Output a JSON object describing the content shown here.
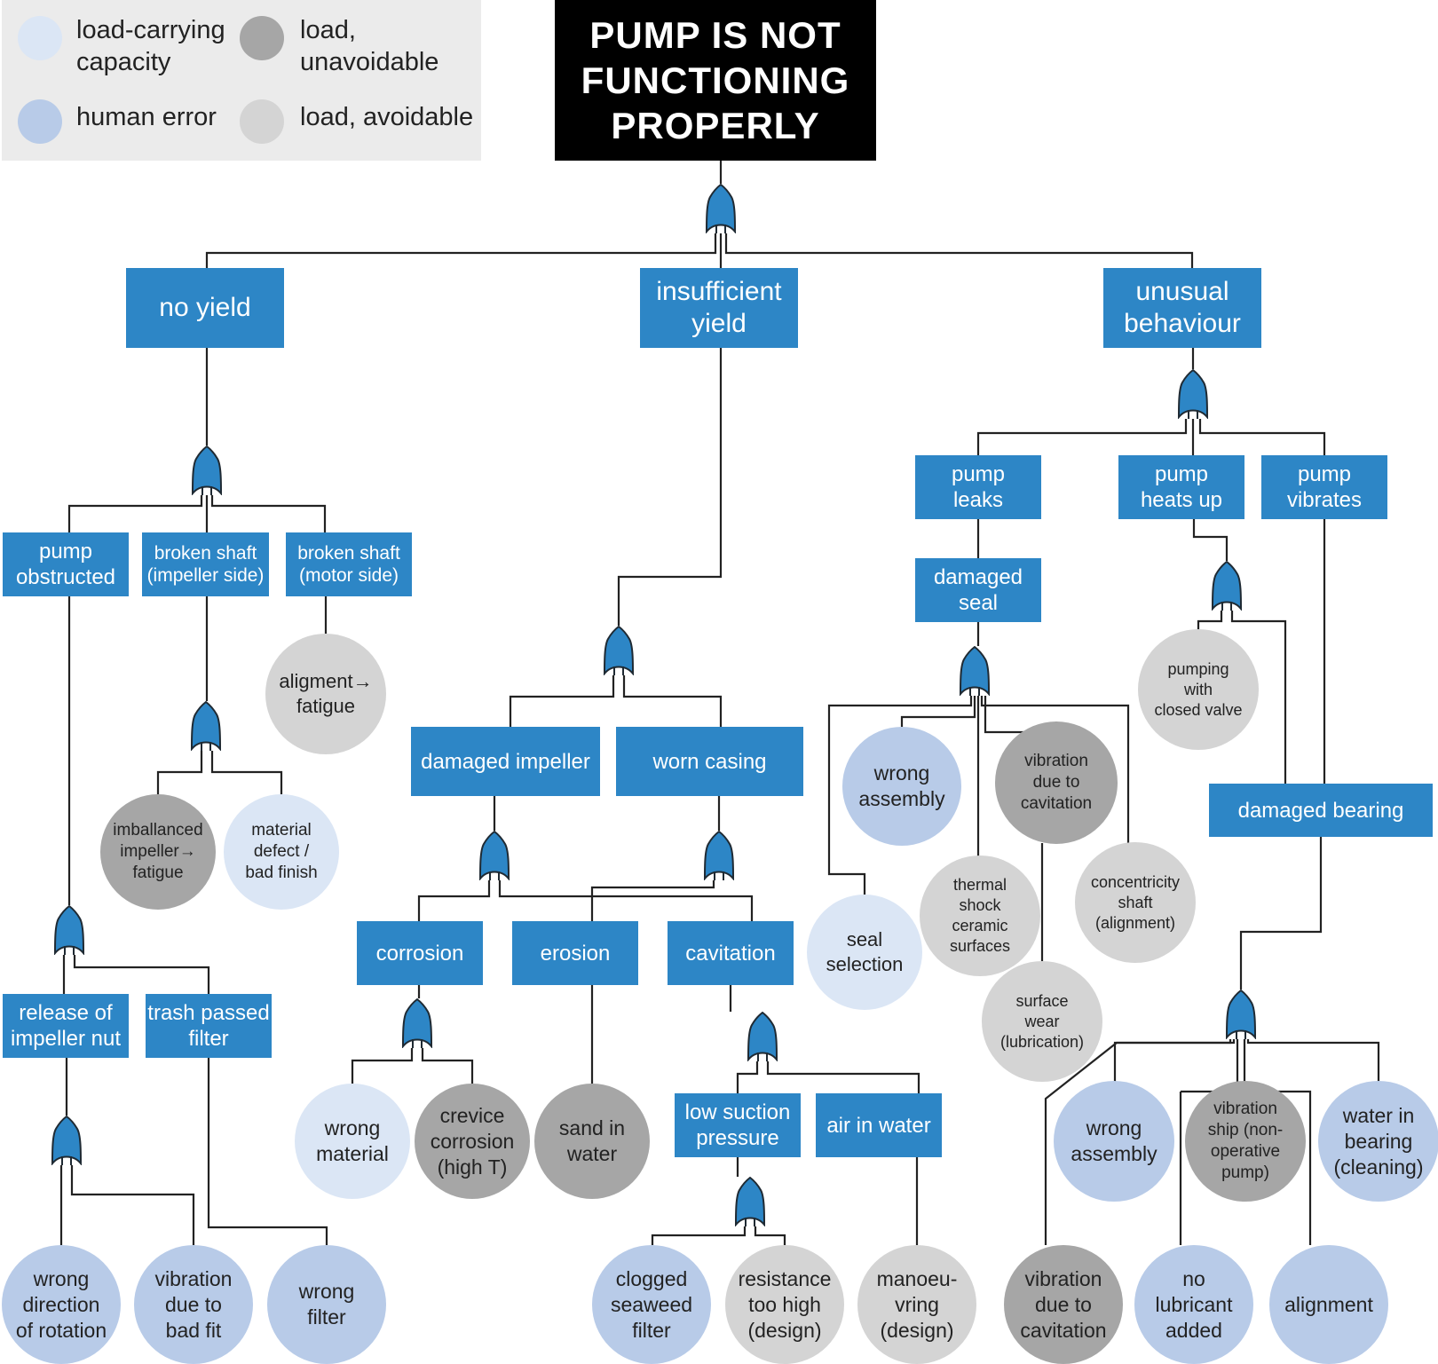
{
  "colors": {
    "event_box": "#2d86c6",
    "top_event": "#000000",
    "gate": "#2d86c6",
    "line": "#222222",
    "legend_bg": "#ebebeb",
    "load_carrying_capacity": "#dbe6f5",
    "human_error": "#b8cbe8",
    "load_unavoidable": "#a6a6a6",
    "load_avoidable": "#d4d4d4"
  },
  "legend": [
    {
      "label": "load-carrying\ncapacity",
      "category": "load_carrying_capacity"
    },
    {
      "label": "load,\nunavoidable",
      "category": "load_unavoidable"
    },
    {
      "label": "human error",
      "category": "human_error"
    },
    {
      "label": "load, avoidable",
      "category": "load_avoidable"
    }
  ],
  "top_event": "PUMP IS NOT\nFUNCTIONING\nPROPERLY",
  "events": [
    {
      "id": "no-yield",
      "label": "no yield"
    },
    {
      "id": "insufficient-yield",
      "label": "insufficient\nyield"
    },
    {
      "id": "unusual-behaviour",
      "label": "unusual\nbehaviour"
    },
    {
      "id": "pump-obstructed",
      "label": "pump\nobstructed"
    },
    {
      "id": "broken-shaft-impeller",
      "label": "broken shaft\n(impeller side)"
    },
    {
      "id": "broken-shaft-motor",
      "label": "broken shaft\n(motor side)"
    },
    {
      "id": "release-impeller-nut",
      "label": "release of\nimpeller nut"
    },
    {
      "id": "trash-passed-filter",
      "label": "trash passed\nfilter"
    },
    {
      "id": "damaged-impeller",
      "label": "damaged impeller"
    },
    {
      "id": "worn-casing",
      "label": "worn casing"
    },
    {
      "id": "corrosion",
      "label": "corrosion"
    },
    {
      "id": "erosion",
      "label": "erosion"
    },
    {
      "id": "cavitation",
      "label": "cavitation"
    },
    {
      "id": "low-suction-pressure",
      "label": "low suction\npressure"
    },
    {
      "id": "air-in-water",
      "label": "air in water"
    },
    {
      "id": "pump-leaks",
      "label": "pump\nleaks"
    },
    {
      "id": "pump-heats-up",
      "label": "pump\nheats up"
    },
    {
      "id": "pump-vibrates",
      "label": "pump\nvibrates"
    },
    {
      "id": "damaged-seal",
      "label": "damaged\nseal"
    },
    {
      "id": "damaged-bearing",
      "label": "damaged bearing"
    }
  ],
  "causes": [
    {
      "id": "aligment-fatigue",
      "label": "aligment→\nfatigue",
      "category": "load_avoidable"
    },
    {
      "id": "imballanced-impeller-fatigue",
      "label": "imballanced\nimpeller→\nfatigue",
      "category": "load_unavoidable"
    },
    {
      "id": "material-defect",
      "label": "material\ndefect /\nbad finish",
      "category": "load_carrying_capacity"
    },
    {
      "id": "wrong-direction-rotation",
      "label": "wrong\ndirection\nof rotation",
      "category": "human_error"
    },
    {
      "id": "vibration-bad-fit",
      "label": "vibration\ndue to\nbad fit",
      "category": "human_error"
    },
    {
      "id": "wrong-filter",
      "label": "wrong\nfilter",
      "category": "human_error"
    },
    {
      "id": "wrong-material",
      "label": "wrong\nmaterial",
      "category": "load_carrying_capacity"
    },
    {
      "id": "crevice-corrosion",
      "label": "crevice\ncorrosion\n(high T)",
      "category": "load_unavoidable"
    },
    {
      "id": "sand-in-water",
      "label": "sand in\nwater",
      "category": "load_unavoidable"
    },
    {
      "id": "clogged-seaweed-filter",
      "label": "clogged\nseaweed\nfilter",
      "category": "human_error"
    },
    {
      "id": "resistance-too-high",
      "label": "resistance\ntoo high\n(design)",
      "category": "load_avoidable"
    },
    {
      "id": "manoeuvring-design",
      "label": "manoeu-\nvring\n(design)",
      "category": "load_avoidable"
    },
    {
      "id": "wrong-assembly-seal",
      "label": "wrong\nassembly",
      "category": "human_error"
    },
    {
      "id": "vibration-cavitation-seal",
      "label": "vibration\ndue to\ncavitation",
      "category": "load_unavoidable"
    },
    {
      "id": "seal-selection",
      "label": "seal\nselection",
      "category": "load_carrying_capacity"
    },
    {
      "id": "thermal-shock",
      "label": "thermal\nshock\nceramic\nsurfaces",
      "category": "load_avoidable"
    },
    {
      "id": "concentricity-shaft",
      "label": "concentricity\nshaft\n(alignment)",
      "category": "load_avoidable"
    },
    {
      "id": "surface-wear",
      "label": "surface\nwear\n(lubrication)",
      "category": "load_avoidable"
    },
    {
      "id": "pumping-closed-valve",
      "label": "pumping\nwith\nclosed valve",
      "category": "load_avoidable"
    },
    {
      "id": "wrong-assembly-bearing",
      "label": "wrong\nassembly",
      "category": "human_error"
    },
    {
      "id": "vibration-ship",
      "label": "vibration\nship (non-\noperative\npump)",
      "category": "load_unavoidable"
    },
    {
      "id": "water-in-bearing",
      "label": "water in\nbearing\n(cleaning)",
      "category": "human_error"
    },
    {
      "id": "vibration-cavitation-bearing",
      "label": "vibration\ndue to\ncavitation",
      "category": "load_unavoidable"
    },
    {
      "id": "no-lubricant",
      "label": "no\nlubricant\nadded",
      "category": "human_error"
    },
    {
      "id": "alignment",
      "label": "alignment",
      "category": "human_error"
    }
  ],
  "links": [
    {
      "from": "top-event",
      "to": [
        "no-yield",
        "insufficient-yield",
        "unusual-behaviour"
      ]
    },
    {
      "from": "no-yield",
      "to": [
        "pump-obstructed",
        "broken-shaft-impeller",
        "broken-shaft-motor"
      ]
    },
    {
      "from": "pump-obstructed",
      "to": [
        "release-impeller-nut",
        "trash-passed-filter"
      ]
    },
    {
      "from": "release-impeller-nut",
      "to": [
        "wrong-direction-rotation",
        "vibration-bad-fit"
      ]
    },
    {
      "from": "trash-passed-filter",
      "to": [
        "wrong-filter"
      ]
    },
    {
      "from": "broken-shaft-impeller",
      "to": [
        "imballanced-impeller-fatigue",
        "material-defect"
      ]
    },
    {
      "from": "broken-shaft-motor",
      "to": [
        "aligment-fatigue"
      ]
    },
    {
      "from": "insufficient-yield",
      "to": [
        "damaged-impeller",
        "worn-casing"
      ]
    },
    {
      "from": "damaged-impeller",
      "to": [
        "corrosion",
        "erosion",
        "cavitation"
      ]
    },
    {
      "from": "worn-casing",
      "to": [
        "erosion",
        "cavitation"
      ]
    },
    {
      "from": "corrosion",
      "to": [
        "wrong-material",
        "crevice-corrosion"
      ]
    },
    {
      "from": "erosion",
      "to": [
        "sand-in-water"
      ]
    },
    {
      "from": "cavitation",
      "to": [
        "low-suction-pressure",
        "air-in-water"
      ]
    },
    {
      "from": "low-suction-pressure",
      "to": [
        "clogged-seaweed-filter",
        "resistance-too-high"
      ]
    },
    {
      "from": "air-in-water",
      "to": [
        "manoeuvring-design"
      ]
    },
    {
      "from": "unusual-behaviour",
      "to": [
        "pump-leaks",
        "pump-heats-up",
        "pump-vibrates"
      ]
    },
    {
      "from": "pump-leaks",
      "to": [
        "damaged-seal"
      ]
    },
    {
      "from": "damaged-seal",
      "to": [
        "wrong-assembly-seal",
        "vibration-cavitation-seal",
        "seal-selection",
        "thermal-shock",
        "concentricity-shaft",
        "surface-wear"
      ]
    },
    {
      "from": "pump-heats-up",
      "to": [
        "pumping-closed-valve",
        "damaged-bearing"
      ]
    },
    {
      "from": "pump-vibrates",
      "to": [
        "damaged-bearing"
      ]
    },
    {
      "from": "damaged-bearing",
      "to": [
        "wrong-assembly-bearing",
        "vibration-ship",
        "water-in-bearing",
        "vibration-cavitation-bearing",
        "no-lubricant",
        "alignment"
      ]
    }
  ]
}
